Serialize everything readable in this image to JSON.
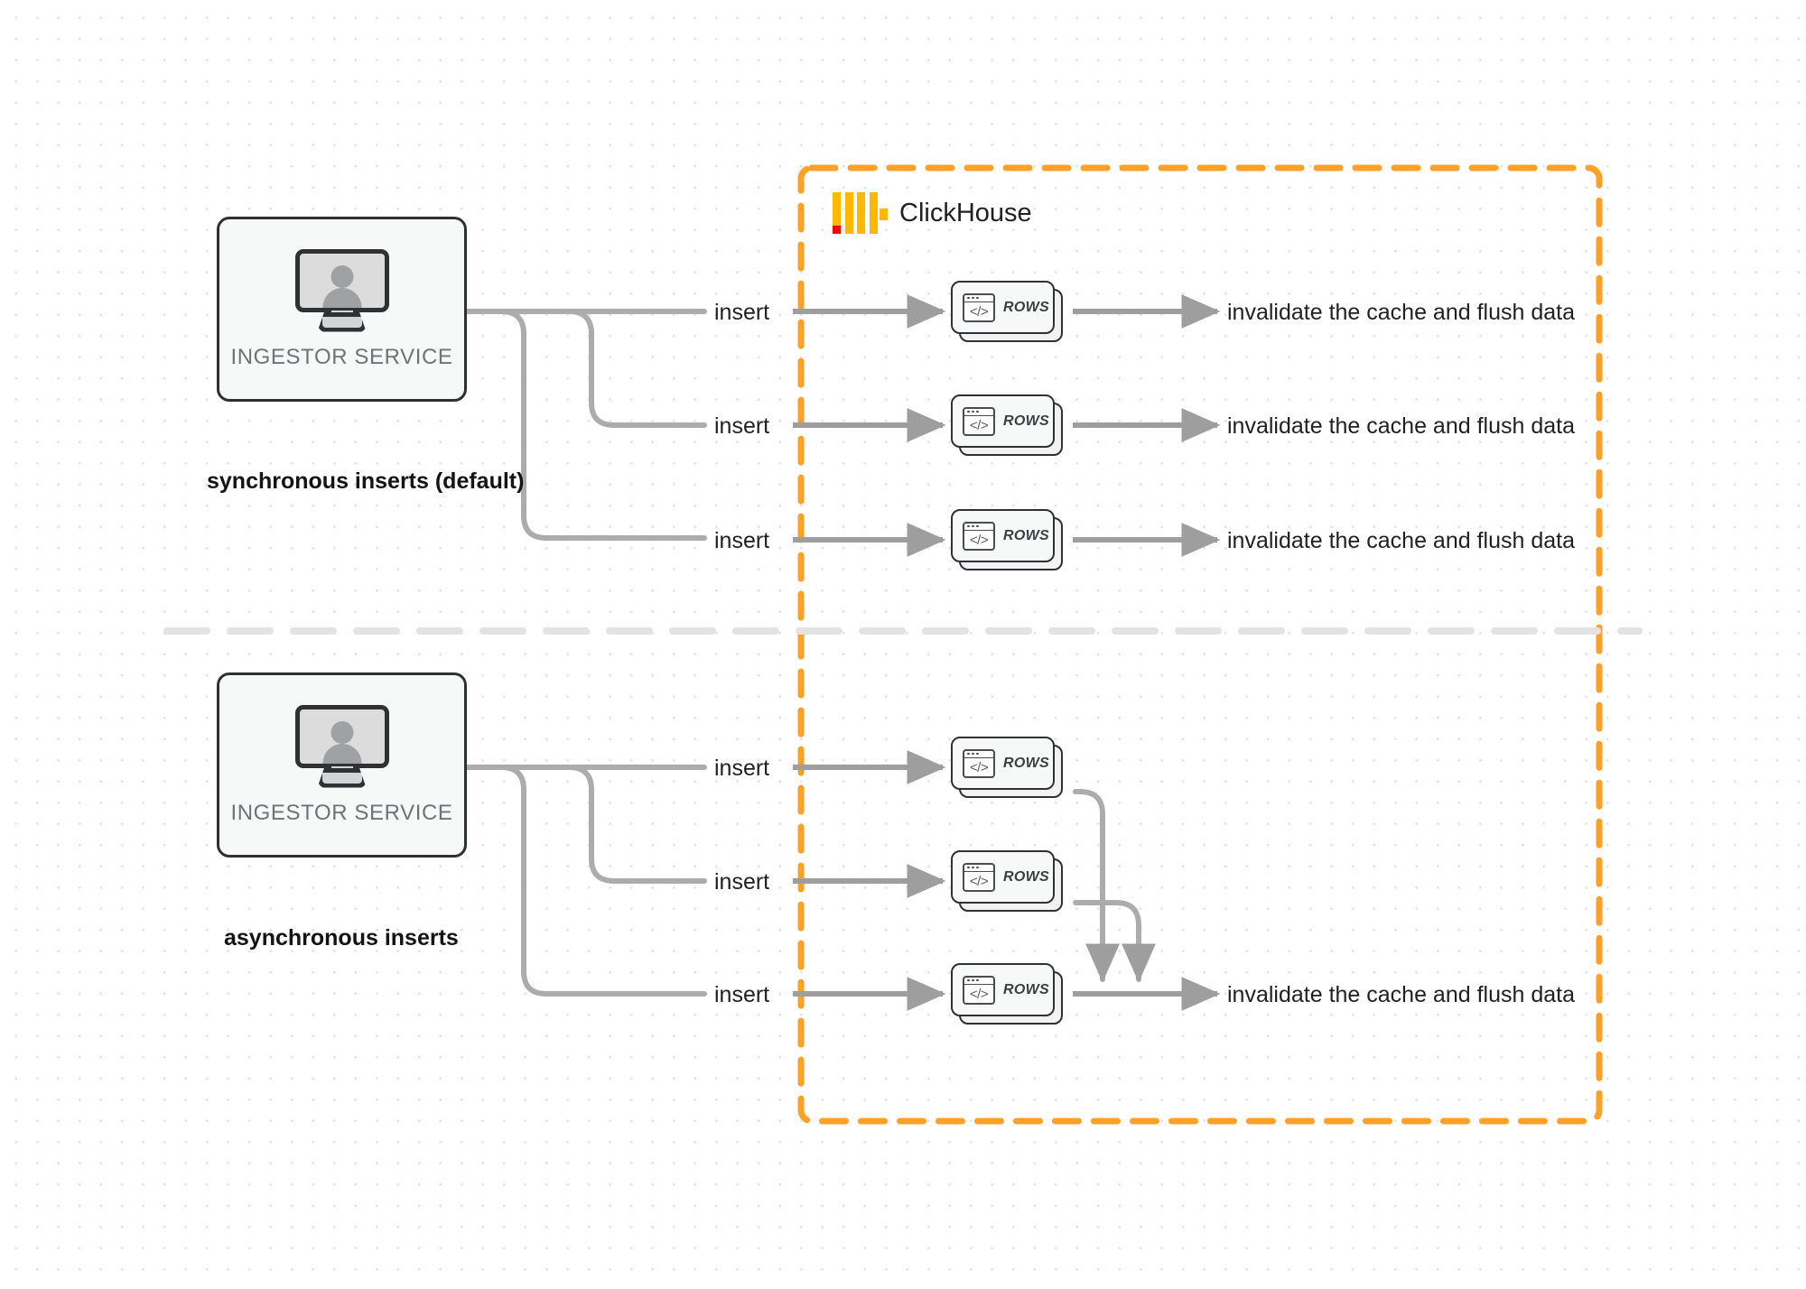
{
  "diagram": {
    "title": "ClickHouse synchronous vs asynchronous inserts",
    "colors": {
      "boundary_dashed": "#FFA028",
      "logo_yellow": "#FFB800",
      "logo_red": "#F40000",
      "connector_grey": "#ACACAC",
      "arrowhead_grey": "#9E9E9E",
      "node_border": "#2F3032",
      "node_fill": "#F7F8F8",
      "divider_grey": "#E3E3E3",
      "text_dark": "#1F2023",
      "node_label_grey": "#6F7276",
      "background": "#FFFFFF"
    }
  },
  "boundary": {
    "name": "ClickHouse",
    "logo_icon": "clickhouse-logo-icon",
    "style": "dashed"
  },
  "sections": [
    {
      "id": "synchronous",
      "caption": "synchronous inserts (default)",
      "source": {
        "label": "INGESTOR SERVICE",
        "icon": "monitor-user-icon"
      },
      "flows": [
        {
          "edge_label": "insert",
          "card_label": "ROWS",
          "card_icon": "code-window-icon",
          "outcome": "invalidate the cache and flush data"
        },
        {
          "edge_label": "insert",
          "card_label": "ROWS",
          "card_icon": "code-window-icon",
          "outcome": "invalidate the cache and flush data"
        },
        {
          "edge_label": "insert",
          "card_label": "ROWS",
          "card_icon": "code-window-icon",
          "outcome": "invalidate the cache and flush data"
        }
      ]
    },
    {
      "id": "asynchronous",
      "caption": "asynchronous inserts",
      "source": {
        "label": "INGESTOR SERVICE",
        "icon": "monitor-user-icon"
      },
      "flows": [
        {
          "edge_label": "insert",
          "card_label": "ROWS",
          "card_icon": "code-window-icon"
        },
        {
          "edge_label": "insert",
          "card_label": "ROWS",
          "card_icon": "code-window-icon"
        },
        {
          "edge_label": "insert",
          "card_label": "ROWS",
          "card_icon": "code-window-icon"
        }
      ],
      "merged_outcome": "invalidate the cache and flush data"
    }
  ]
}
